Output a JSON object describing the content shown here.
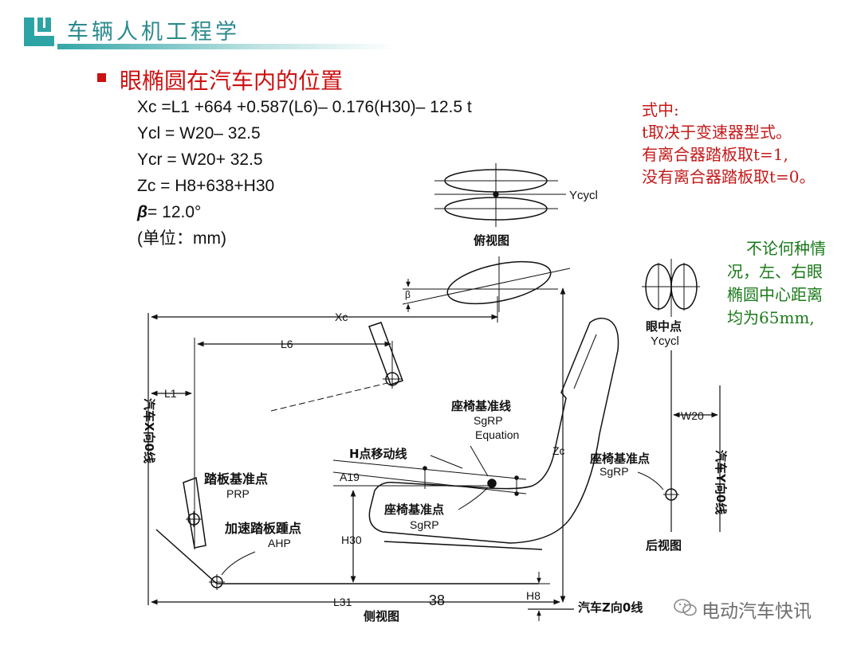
{
  "header": {
    "title": "车辆人机工程学"
  },
  "section": {
    "title": "眼椭圆在汽车内的位置"
  },
  "formulas": {
    "xc": "Xc =L1 +664 +0.587(L6)– 0.176(H30)– 12.5 t",
    "ycl": "Ycl = W20– 32.5",
    "ycr": "Ycr = W20+ 32.5",
    "zc": "Zc = H8+638+H30",
    "beta_symbol": "β",
    "beta_value": "= 12.0°",
    "unit": "(单位：mm)"
  },
  "note_red": {
    "line1": "式中:",
    "line2": "t取决于变速器型式。",
    "line3": "有离合器踏板取t=1,",
    "line4": "没有离合器踏板取t=0。"
  },
  "note_green": {
    "line1": "不论何种情",
    "line2": "况，左、右眼",
    "line3": "椭圆中心距离",
    "line4": "均为65mm,"
  },
  "diagram": {
    "top_view": {
      "caption": "俯视图",
      "label": "Ycycl"
    },
    "eye_point": {
      "caption": "眼中点",
      "label": "Ycycl"
    },
    "rear_view": {
      "caption": "后视图",
      "w20": "W20",
      "seat_ref_cn": "座椅基准点",
      "seat_ref_en": "SgRP",
      "y_axis": "汽车Y向0线"
    },
    "side_view": {
      "caption": "侧视图",
      "xc": "Xc",
      "l6": "L6",
      "l1": "L1",
      "l31": "L31",
      "zc": "Zc",
      "h8": "H8",
      "h30": "H30",
      "a19": "A19",
      "beta": "β",
      "x_axis": "汽车X向0线",
      "z_axis": "汽车Z向0线",
      "pedal_ref_cn": "踏板基准点",
      "pedal_ref_en": "PRP",
      "heel_cn": "加速踏板踵点",
      "heel_en": "AHP",
      "h_point_line": "H点移动线",
      "seat_line_cn": "座椅基准线",
      "seat_line_en1": "SgRP",
      "seat_line_en2": "Equation",
      "seat_ref_cn": "座椅基准点",
      "seat_ref_en": "SgRP"
    }
  },
  "page_number": "38",
  "watermark": "电动汽车快讯"
}
